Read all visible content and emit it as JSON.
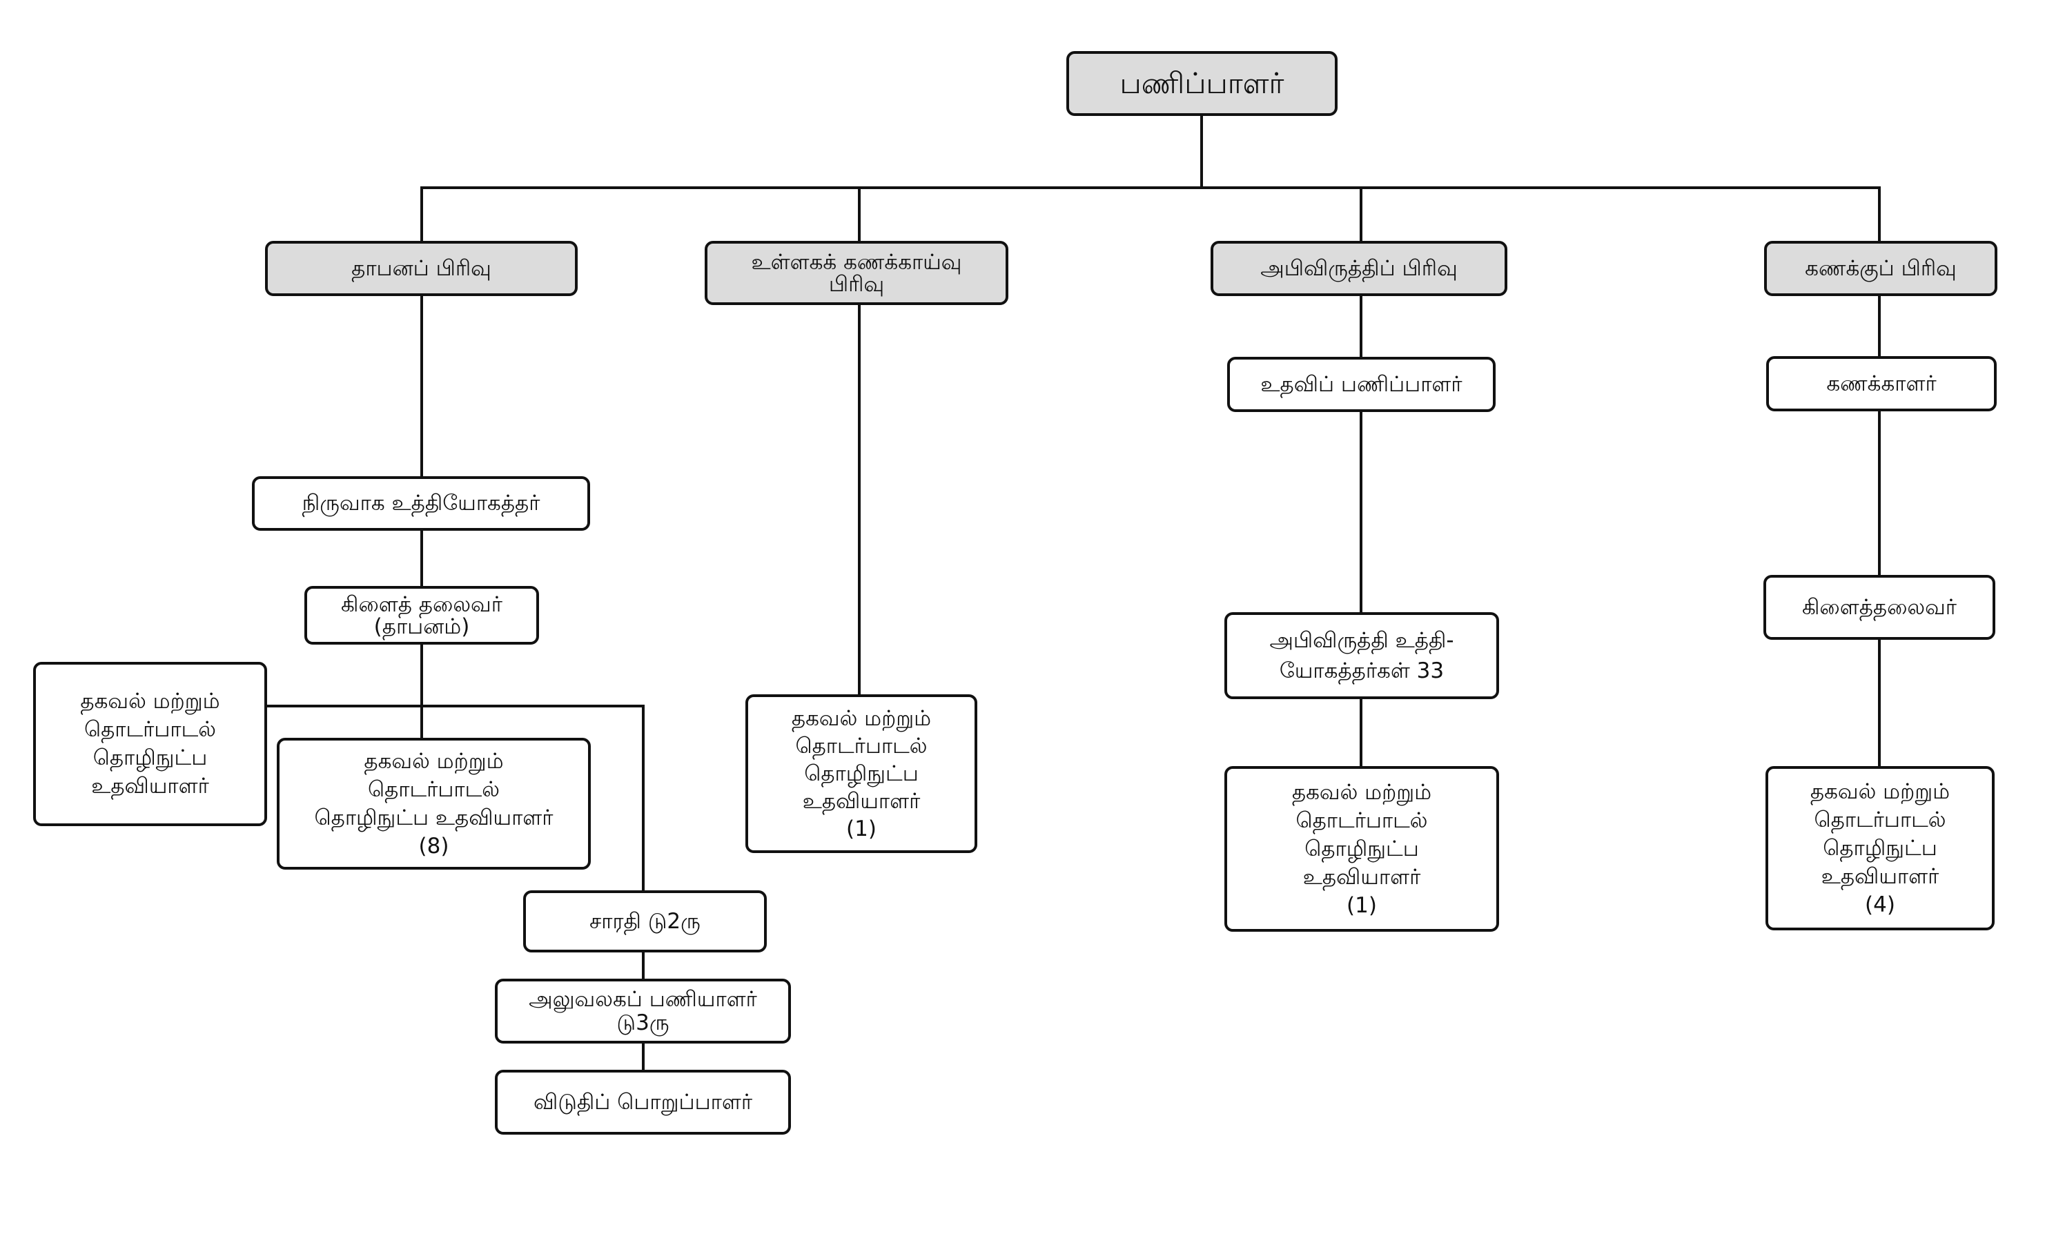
{
  "chart": {
    "root": "பணிப்பாளர்",
    "divisions": {
      "establishment": "தாபனப் பிரிவு",
      "internal_audit": "உள்ளகக் கணக்காய்வு\nபிரிவு",
      "development": "அபிவிருத்திப் பிரிவு",
      "accounts": "கணக்குப் பிரிவு"
    },
    "establishment": {
      "admin_officer": "நிருவாக உத்தியோகத்தர்",
      "branch_head": "கிளைத் தலைவர்\n(தாபனம்)",
      "it_assistant_left": "தகவல் மற்றும்\nதொடர்பாடல்\nதொழிநுட்ப\nஉதவியாளர்",
      "it_assistants": "தகவல் மற்றும்\nதொடர்பாடல்\nதொழிநுட்ப உதவியாளர்\n(8)",
      "driver": "சாரதி டு2ரு",
      "office_staff": "அலுவலகப் பணியாளர்\nடு3ரு",
      "bungalow_keeper": "விடுதிப் பொறுப்பாளர்"
    },
    "internal_audit": {
      "it_assistant": "தகவல் மற்றும்\nதொடர்பாடல்\nதொழிநுட்ப\nஉதவியாளர்\n(1)"
    },
    "development": {
      "assistant_director": "உதவிப் பணிப்பாளர்",
      "dev_officers": "அபிவிருத்தி உத்தி-\nயோகத்தர்கள் 33",
      "it_assistant": "தகவல் மற்றும்\nதொடர்பாடல்\nதொழிநுட்ப\nஉதவியாளர்\n(1)"
    },
    "accounts": {
      "accountant": "கணக்காளர்",
      "branch_head": "கிளைத்தலைவர்",
      "it_assistant": "தகவல் மற்றும்\nதொடர்பாடல்\nதொழிநுட்ப\nஉதவியாளர்\n(4)"
    }
  }
}
